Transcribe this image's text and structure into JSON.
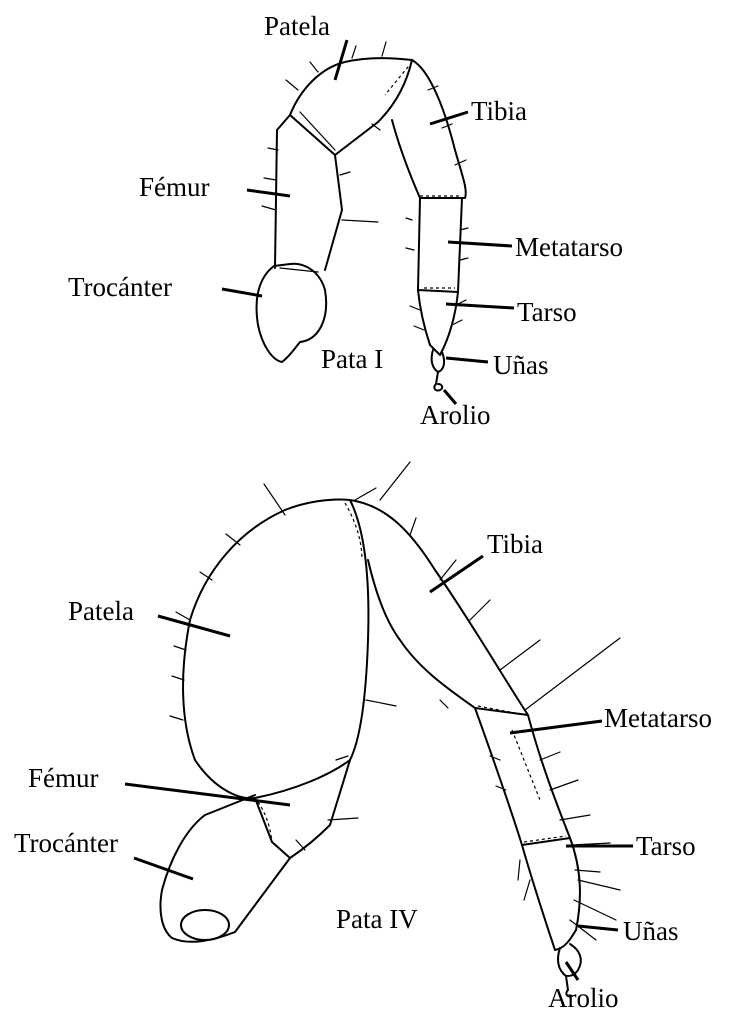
{
  "leg_i": {
    "caption": "Pata I",
    "labels": {
      "patela": "Patela",
      "tibia": "Tibia",
      "femur": "Fémur",
      "metatarso": "Metatarso",
      "trocanter": "Trocánter",
      "tarso": "Tarso",
      "unas": "Uñas",
      "arolio": "Arolio"
    }
  },
  "leg_iv": {
    "caption": "Pata IV",
    "labels": {
      "tibia": "Tibia",
      "patela": "Patela",
      "metatarso": "Metatarso",
      "femur": "Fémur",
      "trocanter": "Trocánter",
      "tarso": "Tarso",
      "unas": "Uñas",
      "arolio": "Arolio"
    }
  }
}
